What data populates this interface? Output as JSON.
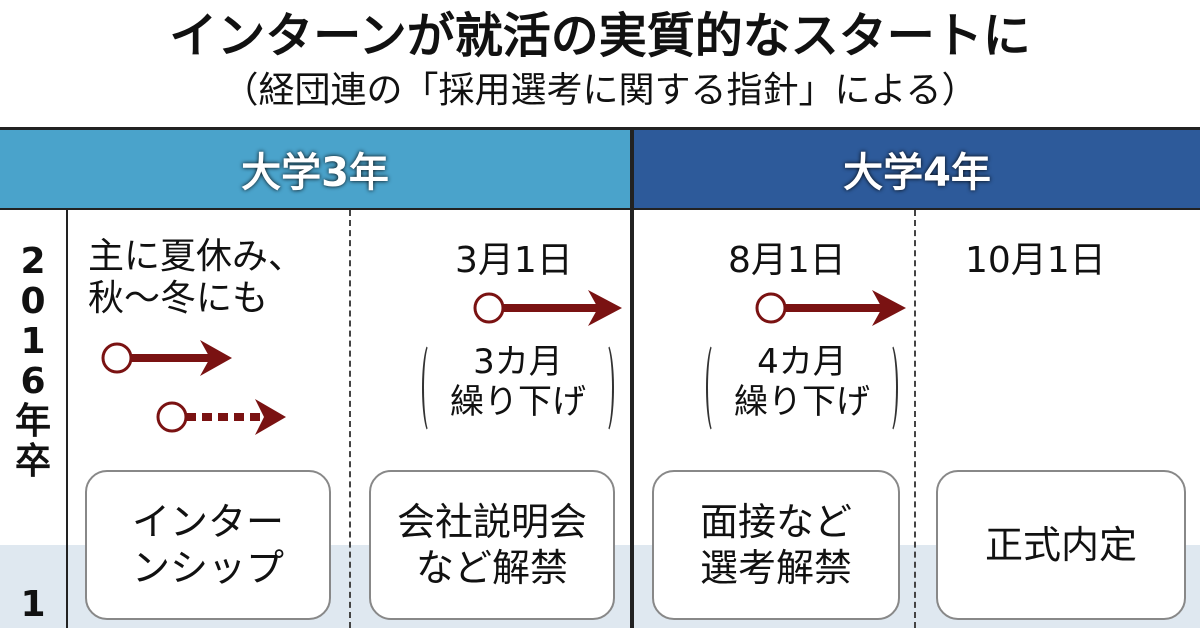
{
  "title": {
    "main": "インターンが就活の実質的なスタートに",
    "sub": "（経団連の「採用選考に関する指針」による）"
  },
  "bands": {
    "year3": "大学3年",
    "year4": "大学4年"
  },
  "rows": [
    {
      "label_chars": [
        "2",
        "0",
        "1",
        "6",
        "年",
        "卒"
      ]
    },
    {
      "label_chars": [
        "1"
      ]
    }
  ],
  "columns": [
    {
      "note": [
        "主に夏休み、",
        "秋～冬にも"
      ],
      "box": [
        "インター",
        "ンシップ"
      ]
    },
    {
      "date": "3月1日",
      "shift": [
        "3カ月",
        "繰り下げ"
      ],
      "box": [
        "会社説明会",
        "など解禁"
      ]
    },
    {
      "date": "8月1日",
      "shift": [
        "4カ月",
        "繰り下げ"
      ],
      "box": [
        "面接など",
        "選考解禁"
      ]
    },
    {
      "date": "10月1日",
      "box": [
        "正式内定"
      ]
    }
  ],
  "colors": {
    "arrow": "#7a1212",
    "year3": "#4aa3cb",
    "year4": "#2d5a9a"
  }
}
